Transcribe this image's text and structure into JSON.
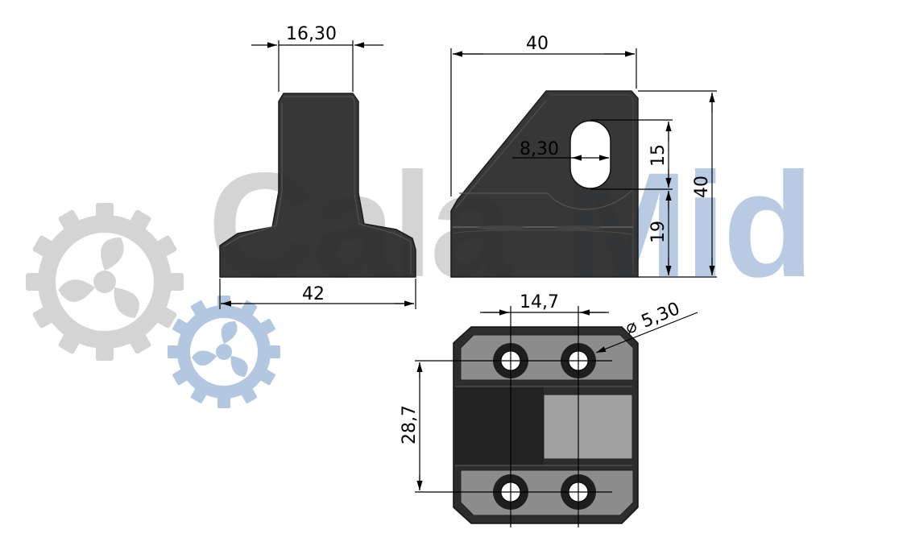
{
  "watermark": {
    "text_left": "Cala",
    "text_right": "Mid",
    "color_grey": "#d4d4d4",
    "color_blue": "#b3c7e1"
  },
  "dimensions": {
    "front_top_width": "16,30",
    "front_bottom_width": "42",
    "side_width": "40",
    "slot_width": "8,30",
    "slot_height": "15",
    "lower_height": "19",
    "total_height": "40",
    "hole_spacing": "14,7",
    "hole_diameter": "5,30",
    "row_spacing": "28,7"
  },
  "colors": {
    "part_dark": "#2d2d2d",
    "part_mid": "#3a3a3a",
    "part_light": "#8c8c8c",
    "part_lighter": "#a0a0a0"
  }
}
